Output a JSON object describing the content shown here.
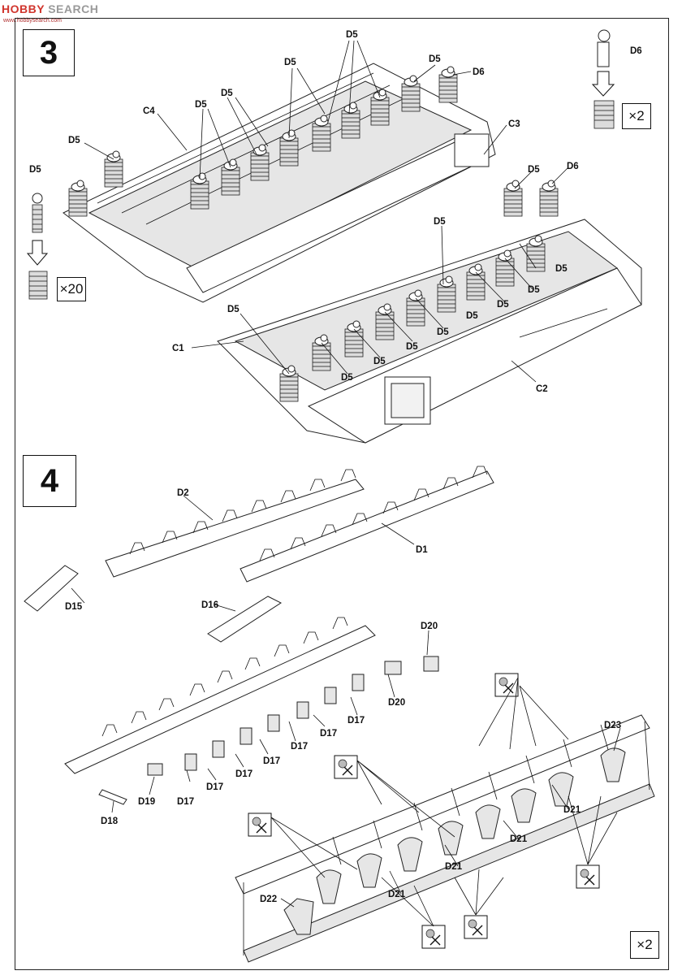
{
  "watermark": {
    "brand_a": "HOBBY",
    "brand_b": "SEARCH",
    "subtext": "www.hobbysearch.com"
  },
  "steps": [
    {
      "number": "3"
    },
    {
      "number": "4"
    }
  ],
  "multipliers": {
    "d6": "×2",
    "d5": "×20",
    "step4": "×2"
  },
  "labels": {
    "C1": "C1",
    "C2": "C2",
    "C3": "C3",
    "C4": "C4",
    "D1": "D1",
    "D2": "D2",
    "D5": "D5",
    "D6": "D6",
    "D15": "D15",
    "D16": "D16",
    "D17": "D17",
    "D18": "D18",
    "D19": "D19",
    "D20": "D20",
    "D21": "D21",
    "D22": "D22",
    "D23": "D23"
  },
  "icons": [
    "arrow-down-icon",
    "no-glue-icon"
  ]
}
